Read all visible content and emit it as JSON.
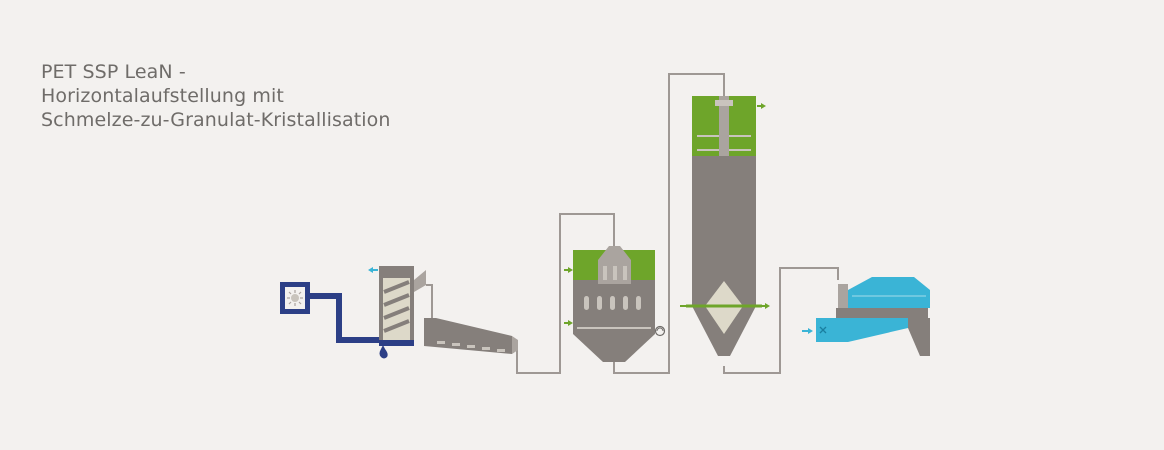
{
  "title": {
    "line1": "PET SSP LeaN -",
    "line2": "Horizontalaufstellung mit",
    "line3": "Schmelze-zu-Granulat-Kristallisation"
  },
  "colors": {
    "background": "#f3f1ef",
    "equipment_gray": "#857f7b",
    "light_gray": "#aaa49f",
    "beige": "#ddd9c9",
    "green": "#6ea52a",
    "blue": "#2c3f86",
    "cyan": "#3ab4d6",
    "pipe": "#9e9894",
    "title_text": "#6f6c69"
  },
  "icons": {
    "underwater-pelletizer": "gear-in-square",
    "water-drop": "drop",
    "rotary-valve": "circle-arrows",
    "closed-valve": "x-mark"
  }
}
